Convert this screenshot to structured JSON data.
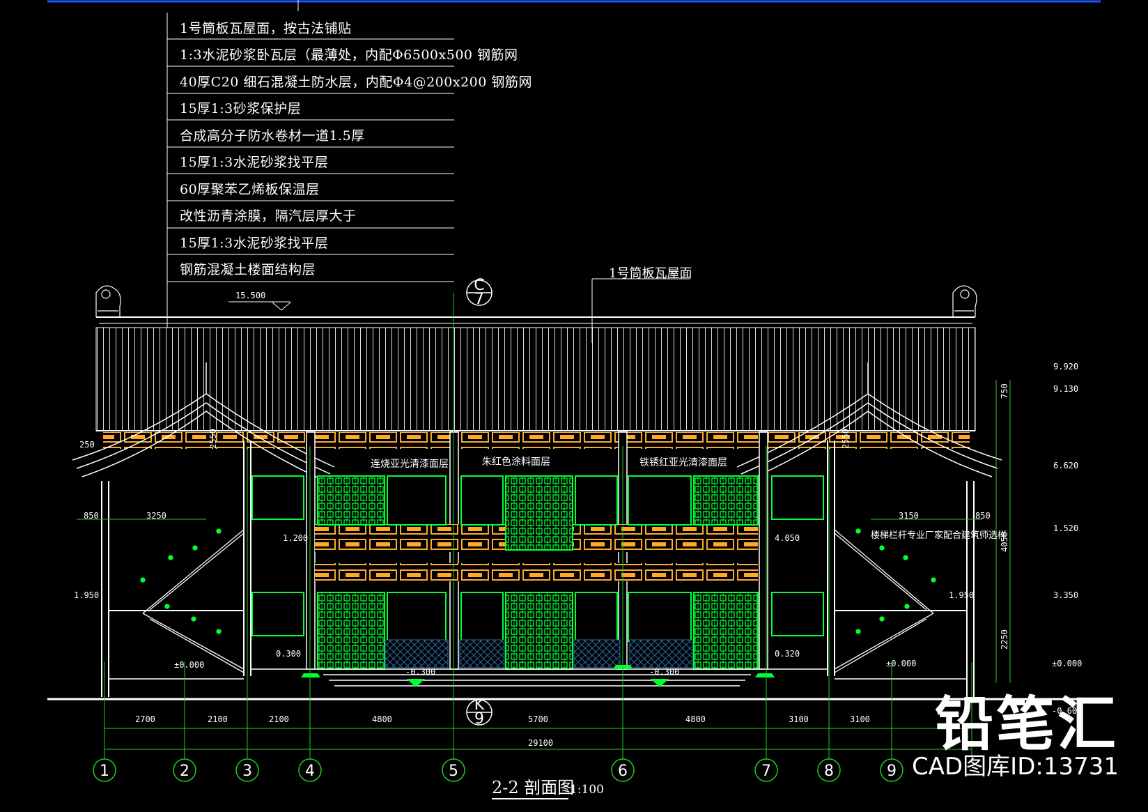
{
  "drawing": {
    "title": "2-2 剖面图",
    "scale": "1:100",
    "layer_notes": [
      "1号筒板瓦屋面，按古法铺贴",
      "1:3水泥砂浆卧瓦层（最薄处，内配Φ6500x500 钢筋网",
      "40厚C20 细石混凝土防水层，内配Φ4@200x200 钢筋网",
      "15厚1:3砂浆保护层",
      "合成高分子防水卷材一道1.5厚",
      "15厚1:3水泥砂浆找平层",
      "60厚聚苯乙烯板保温层",
      "改性沥青涂膜，隔汽层厚大于",
      "15厚1:3水泥砂浆找平层",
      "钢筋混凝土楼面结构层"
    ],
    "roof_label": "1号筒板瓦屋面",
    "finish_labels": [
      "连烧亚光清漆面层",
      "朱红色涂料面层",
      "铁锈红亚光清漆面层"
    ],
    "railing_note": "楼梯栏杆专业厂家配合建筑师选样",
    "grid_axes": [
      "1",
      "2",
      "3",
      "4",
      "5",
      "6",
      "7",
      "8",
      "9"
    ],
    "section_marks": [
      {
        "top": "C",
        "bottom": "7"
      },
      {
        "top": "K",
        "bottom": "9"
      }
    ],
    "bay_dims": [
      "2700",
      "2100",
      "2100",
      "4800",
      "5700",
      "4800",
      "3100",
      "3100"
    ],
    "total_dim": "29100",
    "left_dims": [
      "250",
      "2550",
      "850",
      "3250"
    ],
    "right_dims": [
      "3150",
      "850",
      "2550",
      "750",
      "4050",
      "2250"
    ],
    "elevations_left": [
      "15.500",
      "1.950",
      "±0.000",
      "1.200",
      "0.300"
    ],
    "elevations_center": [
      "-0.300",
      "-0.300"
    ],
    "elevations_right": [
      "9.920",
      "9.130",
      "6.620",
      "1.520",
      "3.350",
      "±0.000",
      "-0.600",
      "4.050",
      "1.950",
      "0.320",
      "±0.000"
    ]
  },
  "branding": {
    "logo": "铅笔汇",
    "id_label": "CAD图库ID:13731"
  },
  "colors": {
    "background": "#000000",
    "line_white": "#ffffff",
    "accent_green": "#00ff33",
    "dim_green": "#22cc22",
    "ornament_orange": "#ffaa22",
    "top_rule_blue": "#2255ff"
  }
}
